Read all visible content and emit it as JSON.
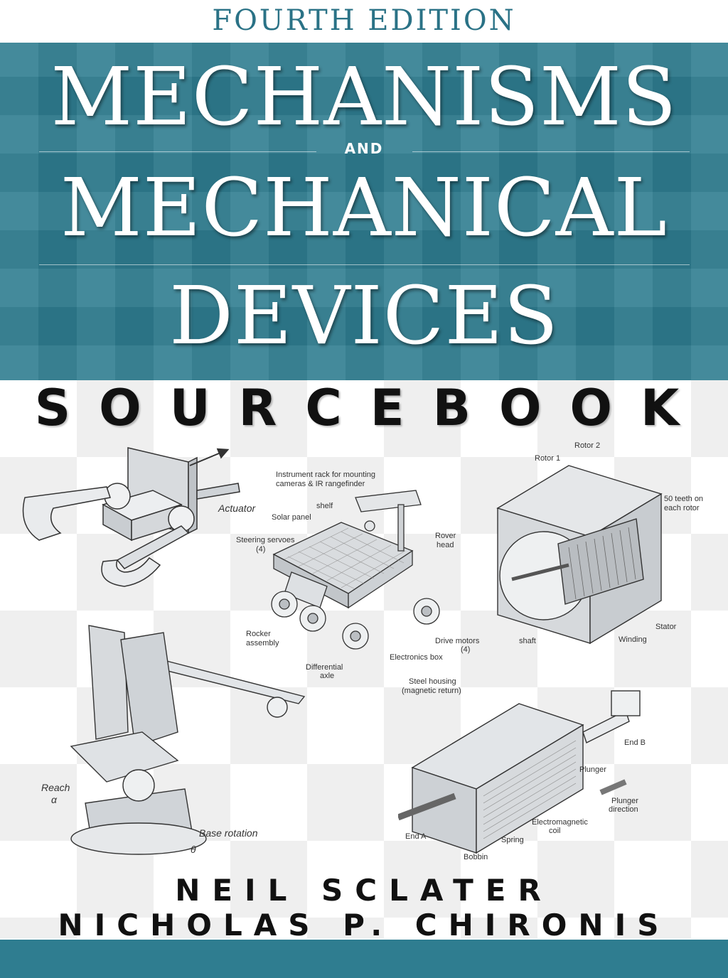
{
  "cover": {
    "edition": "FOURTH EDITION",
    "title_line1": "MECHANISMS",
    "title_and": "AND",
    "title_line2": "MECHANICAL",
    "title_line3": "DEVICES",
    "subtitle": "SOURCEBOOK",
    "author1": "NEIL SCLATER",
    "author2": "NICHOLAS P. CHIRONIS"
  },
  "illustrations": {
    "gripper": {
      "actuator": "Actuator"
    },
    "rover": {
      "instrument_rack": "Instrument rack for mounting",
      "instrument_rack2": "cameras & IR rangefinder",
      "shelf": "shelf",
      "solar_panel": "Solar panel",
      "steering": "Steering servoes",
      "steering_count": "(4)",
      "rover_head": "Rover",
      "rover_head2": "head",
      "rocker": "Rocker",
      "rocker2": "assembly",
      "differential": "Differential",
      "differential2": "axle",
      "electronics": "Electronics box",
      "drive_motors": "Drive motors",
      "drive_count": "(4)"
    },
    "motor": {
      "rotor1": "Rotor 1",
      "rotor2": "Rotor 2",
      "teeth": "50 teeth on",
      "teeth2": "each rotor",
      "shaft": "shaft",
      "winding": "Winding",
      "stator": "Stator"
    },
    "robot": {
      "reach": "Reach",
      "alpha": "α",
      "base_rotation": "Base rotation",
      "theta": "θ"
    },
    "solenoid": {
      "steel": "Steel housing",
      "steel2": "(magnetic return)",
      "end_b": "End B",
      "plunger": "Plunger",
      "plunger_dir": "Plunger",
      "plunger_dir2": "direction",
      "coil": "Electromagnetic",
      "coil2": "coil",
      "end_a": "End A",
      "spring": "Spring",
      "bobbin": "Bobbin"
    }
  },
  "colors": {
    "band": "#2f7d90",
    "edition_text": "#2a7286",
    "title_text": "#ffffff",
    "subtitle_text": "#111111"
  }
}
